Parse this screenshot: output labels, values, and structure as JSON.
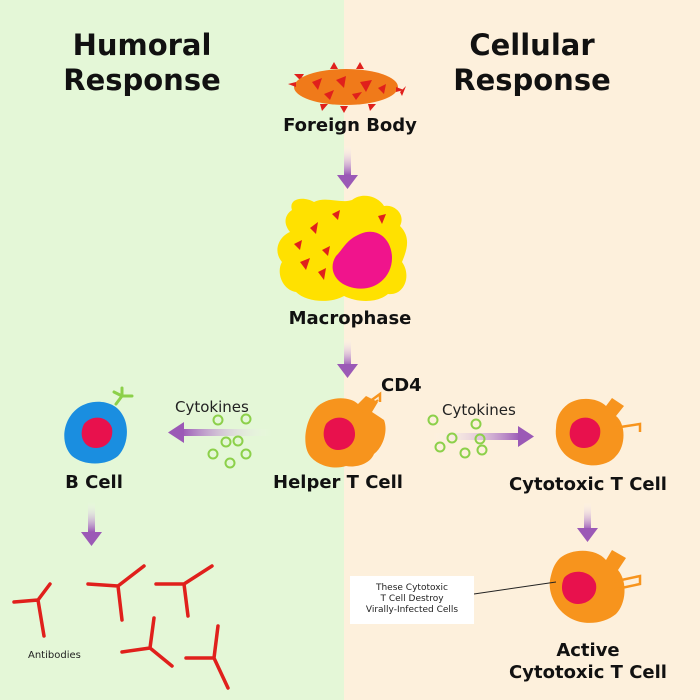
{
  "columns": {
    "left_title": "Humoral\nResponse",
    "right_title": "Cellular\nResponse"
  },
  "nodes": {
    "foreign_body": "Foreign Body",
    "macrophage": "Macrophase",
    "helper_t_cell": "Helper T Cell",
    "cd4": "CD4",
    "b_cell": "B Cell",
    "cytotoxic_t_cell": "Cytotoxic T Cell",
    "active_cytotoxic_t_cell": "Active\nCytotoxic T Cell",
    "antibodies": "Antibodies"
  },
  "signals": {
    "cytokines_left": "Cytokines",
    "cytokines_right": "Cytokines"
  },
  "annotation": "These Cytotoxic\nT Cell Destroy\nVirally-Infected Cells",
  "colors": {
    "humoral_bg": "#e4f7d7",
    "cellular_bg": "#fdf0dc",
    "arrow": "#9b59b6",
    "cell_orange": "#f7941d",
    "nucleus": "#e8114d",
    "macrophage_yellow": "#ffe100",
    "macrophage_nucleus": "#f0148c",
    "b_cell_blue": "#1a8ee0",
    "antibody_red": "#e0201c",
    "cytokine_green": "#8cd04a"
  }
}
